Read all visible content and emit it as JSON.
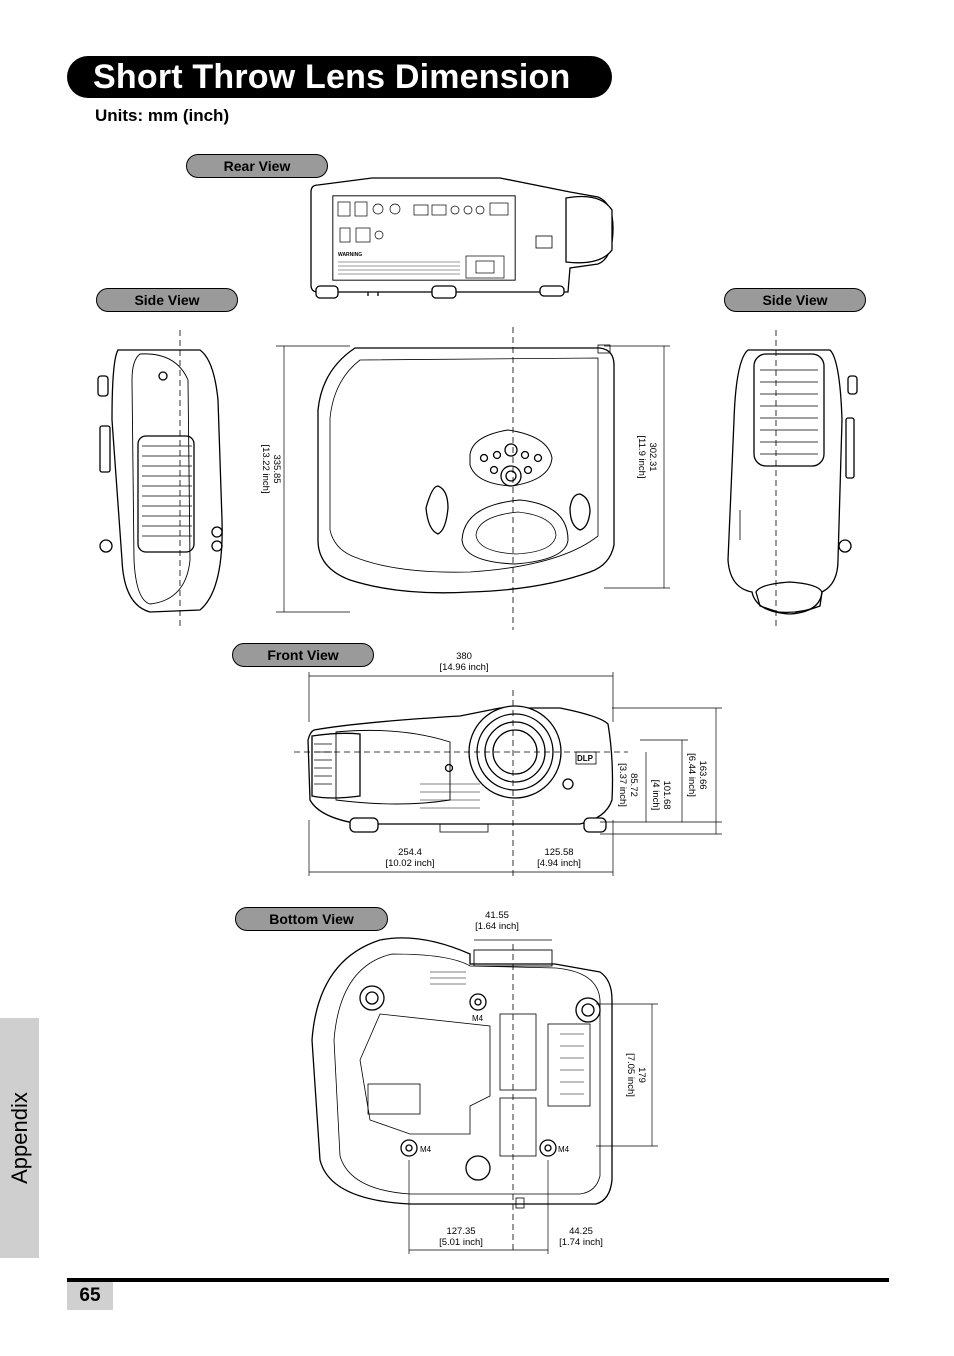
{
  "header": {
    "title": "Short Throw Lens Dimension",
    "units": "Units: mm (inch)"
  },
  "views": {
    "rear": "Rear View",
    "side_left": "Side View",
    "side_right": "Side View",
    "front": "Front View",
    "bottom": "Bottom View"
  },
  "top_view": {
    "depth_left": {
      "mm": "335.85",
      "inch": "[13.22 inch]"
    },
    "depth_right": {
      "mm": "302.31",
      "inch": "[11.9 inch]"
    }
  },
  "front_view": {
    "width": {
      "mm": "380",
      "inch": "[14.96 inch]"
    },
    "left": {
      "mm": "254.4",
      "inch": "[10.02 inch]"
    },
    "right": {
      "mm": "125.58",
      "inch": "[4.94 inch]"
    },
    "h1": {
      "mm": "85.72",
      "inch": "[3.37 inch]"
    },
    "h2": {
      "mm": "101.68",
      "inch": "[4 inch]"
    },
    "h3": {
      "mm": "163.66",
      "inch": "[6.44 inch]"
    },
    "logo": "DLP"
  },
  "bottom_view": {
    "top": {
      "mm": "41.55",
      "inch": "[1.64 inch]"
    },
    "depth": {
      "mm": "179",
      "inch": "[7.05 inch]"
    },
    "left": {
      "mm": "127.35",
      "inch": "[5.01 inch]"
    },
    "right": {
      "mm": "44.25",
      "inch": "[1.74 inch]"
    },
    "screw_label": "M4"
  },
  "rear_panel": {
    "warning": "WARNING"
  },
  "sidebar": {
    "section": "Appendix"
  },
  "footer": {
    "page_number": "65"
  }
}
